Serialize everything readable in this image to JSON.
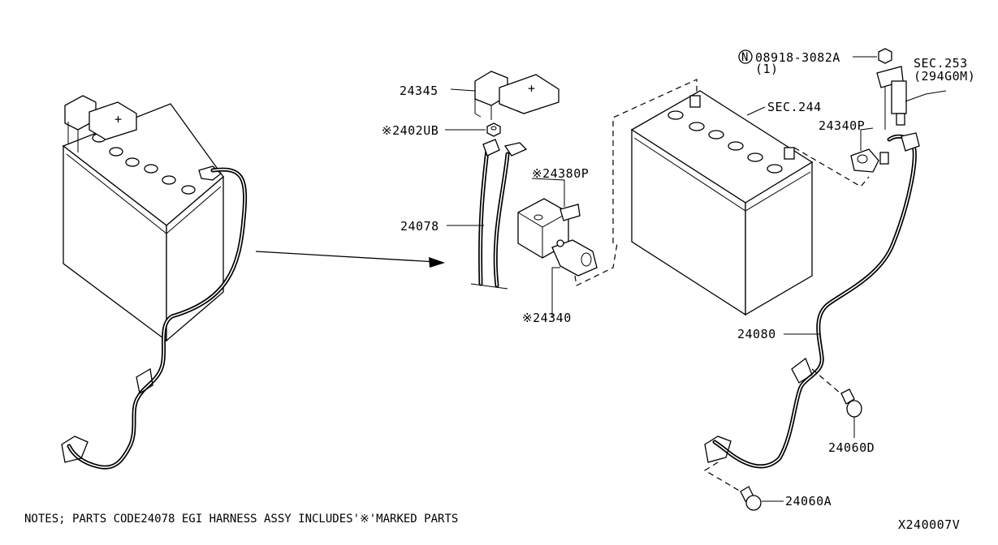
{
  "labels": {
    "p24345": "24345",
    "p2402ub": "※2402UB",
    "p24380p": "※24380P",
    "p24078": "24078",
    "p24340": "※24340",
    "p08918": "08918-3082A",
    "p08918_qty": "(1)",
    "n_mark": "N",
    "sec253": "SEC.253",
    "sec253_sub": "(294G0M)",
    "sec244": "SEC.244",
    "p24340p": "24340P",
    "p24080": "24080",
    "p24060d": "24060D",
    "p24060a": "24060A",
    "plus1": "+",
    "plus2": "+"
  },
  "notes": "NOTES; PARTS CODE24078 EGI HARNESS ASSY INCLUDES'※'MARKED PARTS",
  "diagram_id": "X240007V"
}
